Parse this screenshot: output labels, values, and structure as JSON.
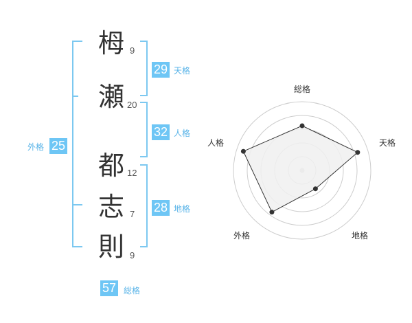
{
  "name": {
    "characters": [
      {
        "char": "栂",
        "strokes": "9"
      },
      {
        "char": "瀬",
        "strokes": "20"
      },
      {
        "char": "都",
        "strokes": "12"
      },
      {
        "char": "志",
        "strokes": "7"
      },
      {
        "char": "則",
        "strokes": "9"
      }
    ]
  },
  "kaku": {
    "tenkaku": {
      "value": "29",
      "label": "天格"
    },
    "jinkaku": {
      "value": "32",
      "label": "人格"
    },
    "chikaku": {
      "value": "28",
      "label": "地格"
    },
    "gaikaku": {
      "value": "25",
      "label": "外格"
    },
    "soukaku": {
      "value": "57",
      "label": "総格"
    }
  },
  "colors": {
    "accent": "#6ec6f5",
    "accent_text": "#5ab4e8",
    "bracket": "#7cc8f0",
    "radar_grid": "#cccccc",
    "radar_fill": "#f0f0f0",
    "point": "#333333"
  },
  "chart_data": {
    "type": "radar",
    "axes": [
      "総格",
      "天格",
      "地格",
      "外格",
      "人格"
    ],
    "values": [
      0.65,
      0.85,
      0.33,
      0.75,
      0.9
    ],
    "max": 1,
    "rings": 5
  }
}
